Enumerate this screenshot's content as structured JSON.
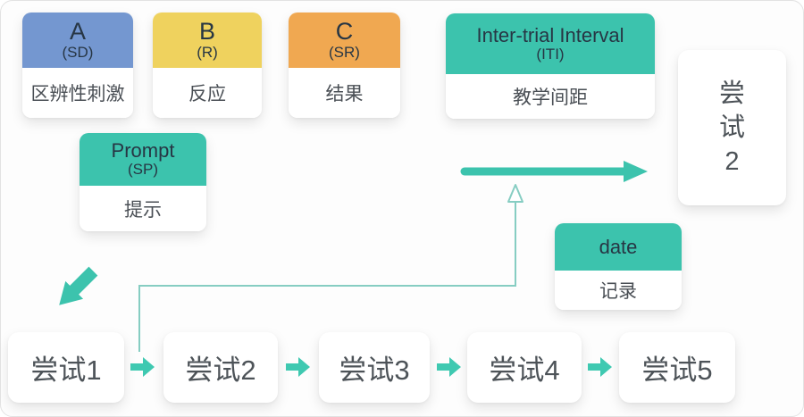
{
  "diagram": {
    "description_labels": {
      "a": {
        "label": "A",
        "sublabel": "(SD)",
        "body": "区辨性刺激"
      },
      "b": {
        "label": "B",
        "sublabel": "(R)",
        "body": "反应"
      },
      "c": {
        "label": "C",
        "sublabel": "(SR)",
        "body": "结果"
      },
      "prompt": {
        "label": "Prompt",
        "sublabel": "(SP)",
        "body": "提示"
      },
      "iti": {
        "label": "Inter-trial Interval",
        "sublabel": "(ITI)",
        "body": "教学间距"
      },
      "date": {
        "label": "date",
        "body": "记录"
      },
      "trial2_vertical": {
        "label": "尝\n试\n2"
      }
    },
    "trials": [
      {
        "label": "尝试1"
      },
      {
        "label": "尝试2"
      },
      {
        "label": "尝试3"
      },
      {
        "label": "尝试4"
      },
      {
        "label": "尝试5"
      }
    ],
    "icons": {
      "flow_arrow": "thick-right-arrow",
      "prompt_arrow": "thick-down-left-arrow",
      "iti_connector": "elbow-line-with-open-up-arrow",
      "next_trial_arrow": "small-right-block-arrow"
    },
    "colors": {
      "teal": "#3cc3ad",
      "blue": "#7497d0",
      "yellow": "#efd25e",
      "orange": "#f0a851",
      "connector": "#86cdc2",
      "header_text": "#273644",
      "body_text": "#4a4f55",
      "card_bg": "#ffffff"
    }
  }
}
